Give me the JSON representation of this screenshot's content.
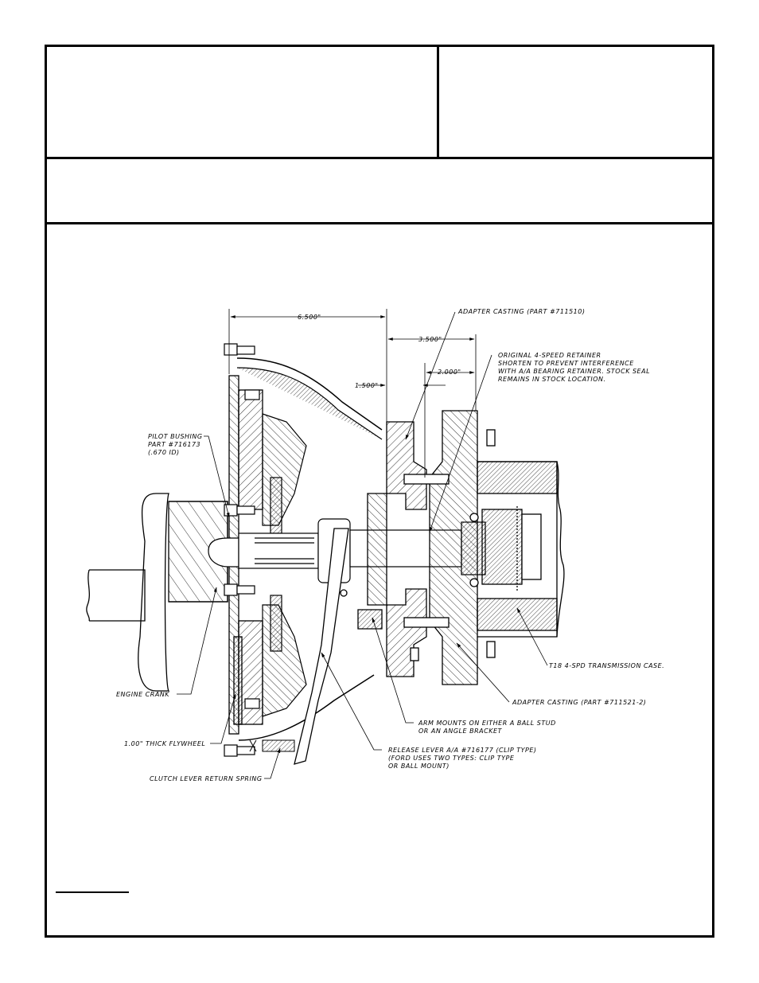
{
  "dimensions": {
    "overall": "6.500\"",
    "adapter_depth": "3.500\"",
    "retainer_offset": "2.000\"",
    "flange_offset": "1.500\""
  },
  "callouts": {
    "adapter_casting_top": "ADAPTER CASTING (PART #711510)",
    "retainer": [
      "ORIGINAL 4-SPEED RETAINER",
      "SHORTEN TO PREVENT INTERFERENCE",
      "WITH A/A BEARING RETAINER. STOCK SEAL",
      "REMAINS IN STOCK LOCATION."
    ],
    "pilot_bushing": [
      "PILOT BUSHING",
      "PART #716173",
      "(.670 ID)"
    ],
    "engine_crank": "ENGINE CRANK",
    "flywheel": "1.00\" THICK FLYWHEEL",
    "return_spring": "CLUTCH LEVER RETURN SPRING",
    "transmission_case": "T18 4-SPD TRANSMISSION CASE.",
    "adapter_casting_bottom": "ADAPTER CASTING (PART #711521-2)",
    "arm_mounts": [
      "ARM MOUNTS ON EITHER A BALL STUD",
      "OR AN ANGLE BRACKET"
    ],
    "release_lever": [
      "RELEASE LEVER A/A #716177 (CLIP TYPE)",
      "(FORD USES TWO TYPES: CLIP TYPE",
      "OR BALL MOUNT)"
    ]
  }
}
